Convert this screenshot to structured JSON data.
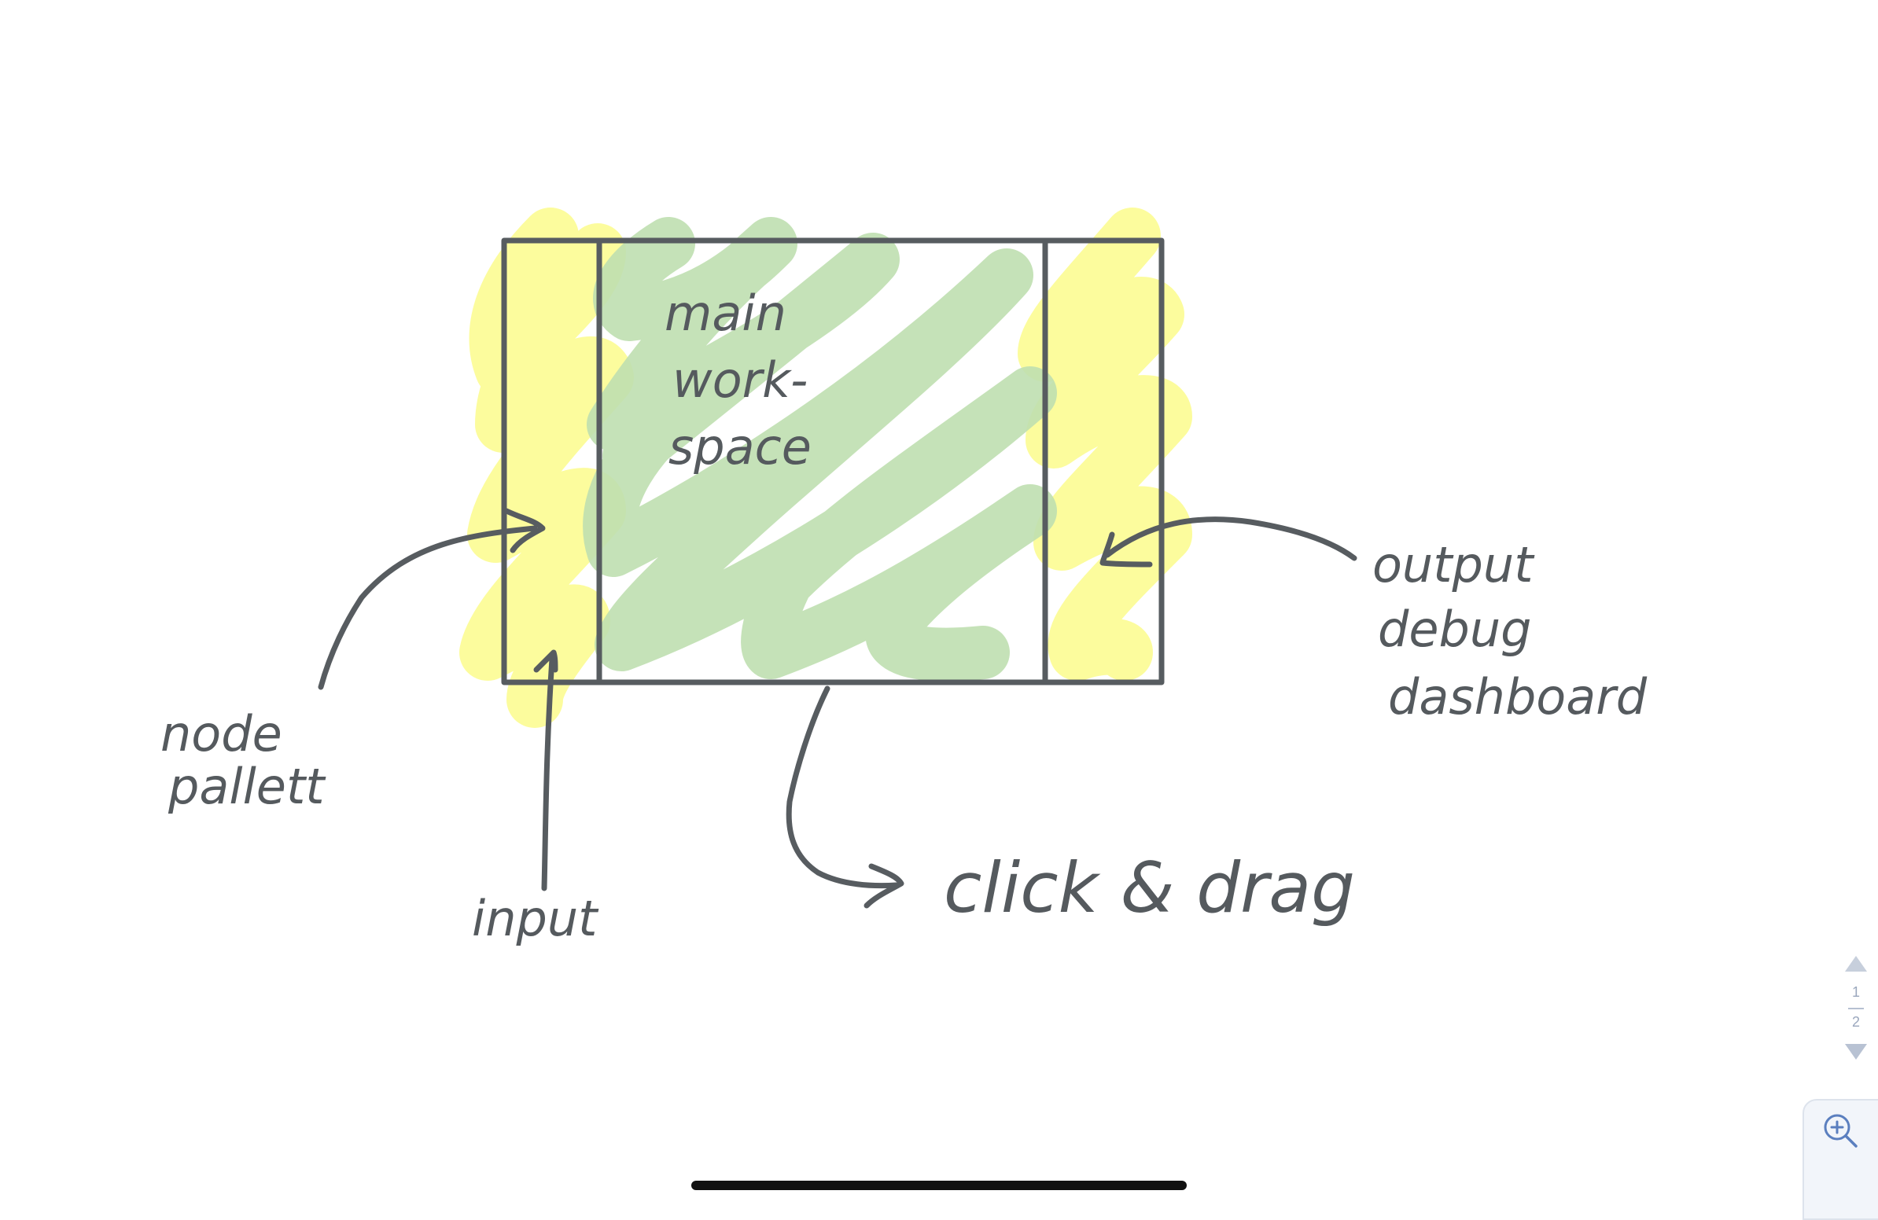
{
  "sketch": {
    "box_labels": {
      "workspace_line1": "main",
      "workspace_line2": "work-",
      "workspace_line3": "space"
    },
    "annotations": {
      "node_pallet_line1": "node",
      "node_pallet_line2": "pallett",
      "input": "input",
      "click_drag": "click & drag",
      "output_line1": "output",
      "output_line2": "debug",
      "output_line3": "dashboard"
    },
    "colors": {
      "ink": "#575c60",
      "yellow_highlight": "#fbfc8c",
      "green_highlight": "#bfdfb0"
    }
  },
  "page_nav": {
    "current": "1",
    "total": "2",
    "up_icon": "chevron-up-icon",
    "down_icon": "chevron-down-icon"
  },
  "zoom": {
    "icon": "zoom-in-icon"
  }
}
